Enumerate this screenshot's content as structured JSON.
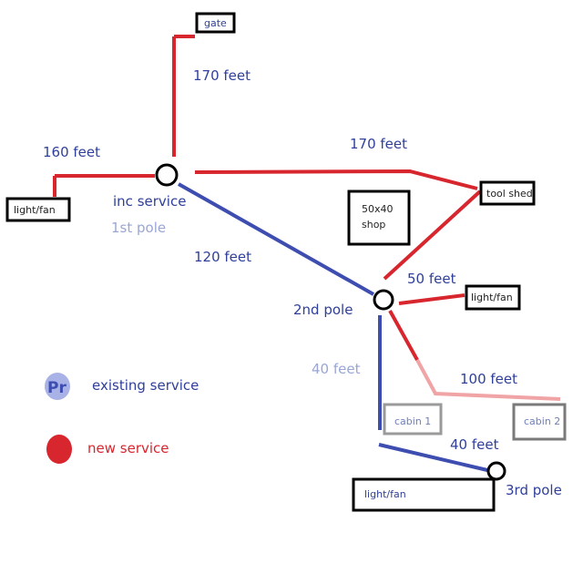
{
  "colors": {
    "new_service": "#d8262e",
    "new_service_faint": "#f0a4a6",
    "existing_service": "#3d4db0",
    "existing_legend_dot": "#a9b2e6"
  },
  "boxes": {
    "gate": "gate",
    "light_fan_left": "light/fan",
    "tool_shed": "tool shed",
    "shop_line1": "50x40",
    "shop_line2": "shop",
    "light_fan_right": "light/fan",
    "cabin_1": "cabin 1",
    "cabin_2": "cabin 2",
    "light_fan_bottom": "light/fan"
  },
  "distances": {
    "gate_feet": "170 feet",
    "left_feet": "160 feet",
    "toolshed_feet": "170 feet",
    "second_pole_feet": "120 feet",
    "light_right_feet": "50 feet",
    "cabin1_feet": "40 feet",
    "cabin2_feet": "100 feet",
    "third_pole_feet": "40 feet"
  },
  "poles": {
    "inc_service": "inc service",
    "first_pole": "1st pole",
    "second_pole": "2nd pole",
    "third_pole": "3rd pole"
  },
  "legend": {
    "existing_glyph": "Pr",
    "existing_label": "existing service",
    "new_label": "new service"
  }
}
